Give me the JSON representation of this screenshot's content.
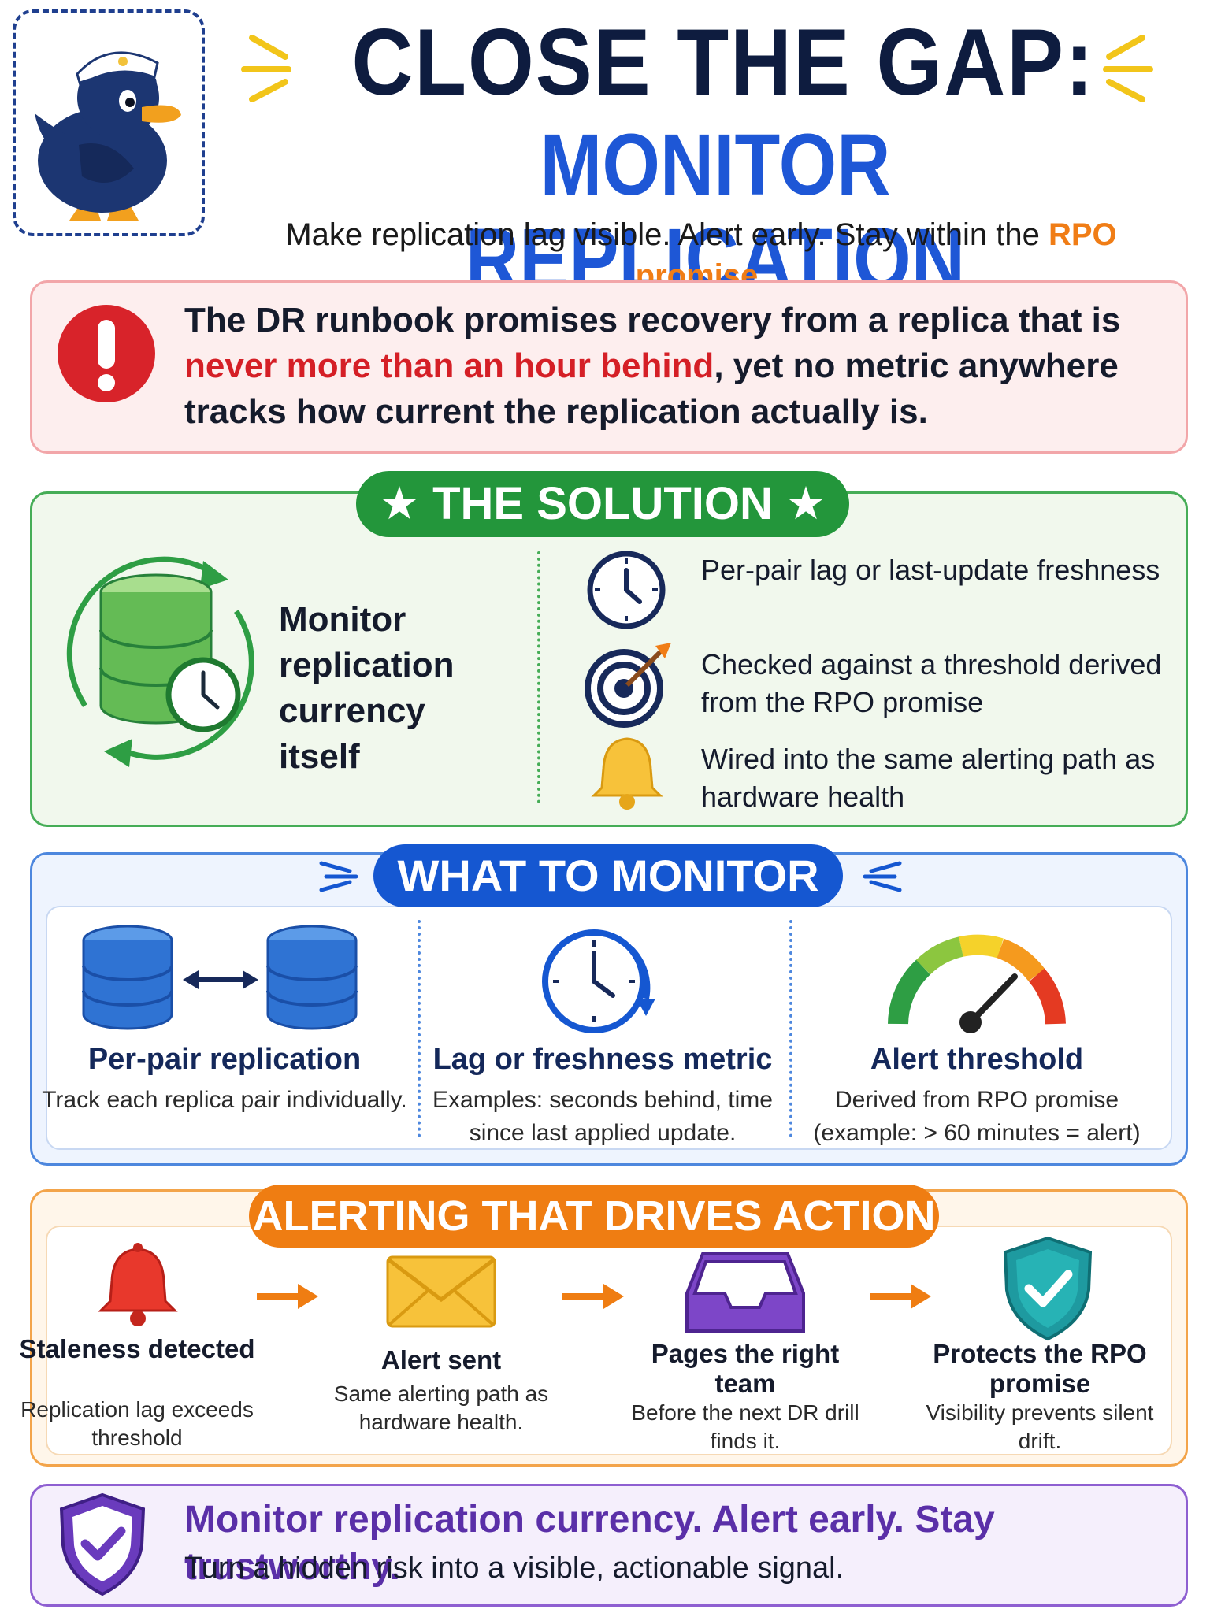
{
  "header": {
    "title_line1": "CLOSE THE GAP:",
    "title_line2": "MONITOR REPLICATION CURRENCY",
    "tagline_pre": "Make replication lag visible. Alert early. Stay within the ",
    "tagline_accent": "RPO promise."
  },
  "problem": {
    "text_pre": "The DR runbook promises recovery from a replica that is ",
    "text_emphasis": "never more than an hour behind",
    "text_post": ", yet no metric anywhere tracks how current the replication actually is."
  },
  "solution": {
    "badge": "★ THE SOLUTION ★",
    "headline": "Monitor replication currency itself",
    "items": [
      {
        "icon": "clock-icon",
        "text": "Per-pair lag or last-update freshness"
      },
      {
        "icon": "target-icon",
        "text": "Checked against a threshold derived from the RPO promise"
      },
      {
        "icon": "bell-icon",
        "text": "Wired into the same alerting path as hardware health"
      }
    ]
  },
  "monitor": {
    "badge": "WHAT TO MONITOR",
    "items": [
      {
        "icon": "database-pair-icon",
        "title": "Per-pair replication",
        "desc": "Track each replica pair individually."
      },
      {
        "icon": "clock-refresh-icon",
        "title": "Lag or freshness metric",
        "desc": "Examples: seconds behind, time since last applied update."
      },
      {
        "icon": "gauge-icon",
        "title": "Alert threshold",
        "desc": "Derived from RPO promise (example: > 60 minutes = alert)"
      }
    ]
  },
  "alerting": {
    "badge": "ALERTING THAT DRIVES ACTION",
    "steps": [
      {
        "icon": "bell-icon",
        "title": "Staleness detected",
        "desc": "Replication lag exceeds threshold"
      },
      {
        "icon": "envelope-icon",
        "title": "Alert sent",
        "desc": "Same alerting path as hardware health."
      },
      {
        "icon": "inbox-icon",
        "title": "Pages the right team",
        "desc": "Before the next DR drill finds it."
      },
      {
        "icon": "shield-check-icon",
        "title": "Protects the RPO promise",
        "desc": "Visibility prevents silent drift."
      }
    ]
  },
  "footer": {
    "title": "Monitor replication currency. Alert early. Stay trustworthy.",
    "subtitle": "Turn a hidden risk into a visible, actionable signal."
  },
  "colors": {
    "navy": "#0e1c3f",
    "blue": "#1e57d6",
    "green": "#23963b",
    "orange": "#ef7d12",
    "red": "#d51f26",
    "purple": "#5a2fa8"
  }
}
